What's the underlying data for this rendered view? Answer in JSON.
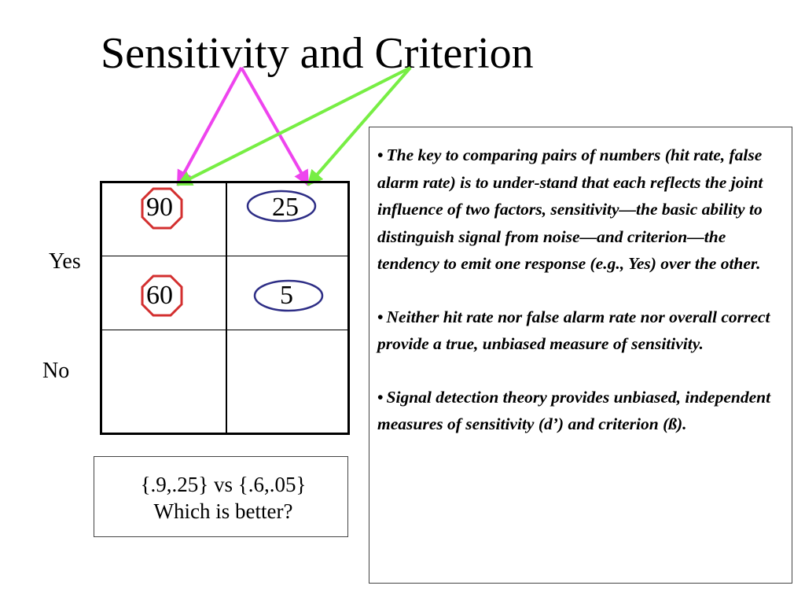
{
  "slide": {
    "title": "Sensitivity and Criterion"
  },
  "table": {
    "row_labels": {
      "yes": "Yes",
      "no": "No"
    },
    "cells": {
      "yes_hit": "90",
      "yes_false_alarm": "25",
      "no_hit": "60",
      "no_false_alarm": "5"
    },
    "marker_colors": {
      "octagon": "#d32f2f",
      "ellipse": "#2e2e86"
    }
  },
  "arrows": {
    "magenta_color": "#ee44ee",
    "green_color": "#77ee44"
  },
  "notes": {
    "bullet_symbol": "•",
    "bullets": [
      "The key to comparing pairs of numbers (hit rate, false alarm rate) is to under-stand that each reflects the joint influence of two factors, sensitivity—the basic ability to distinguish signal from noise—and criterion—the tendency to emit one response (e.g., Yes) over the other.",
      "Neither hit rate nor false alarm rate nor overall correct provide a true, unbiased measure of sensitivity.",
      "Signal detection theory provides unbiased, independent measures of sensitivity (d’) and criterion (ß)."
    ]
  },
  "question": {
    "line1": "{.9,.25} vs {.6,.05}",
    "line2": "Which is better?"
  }
}
